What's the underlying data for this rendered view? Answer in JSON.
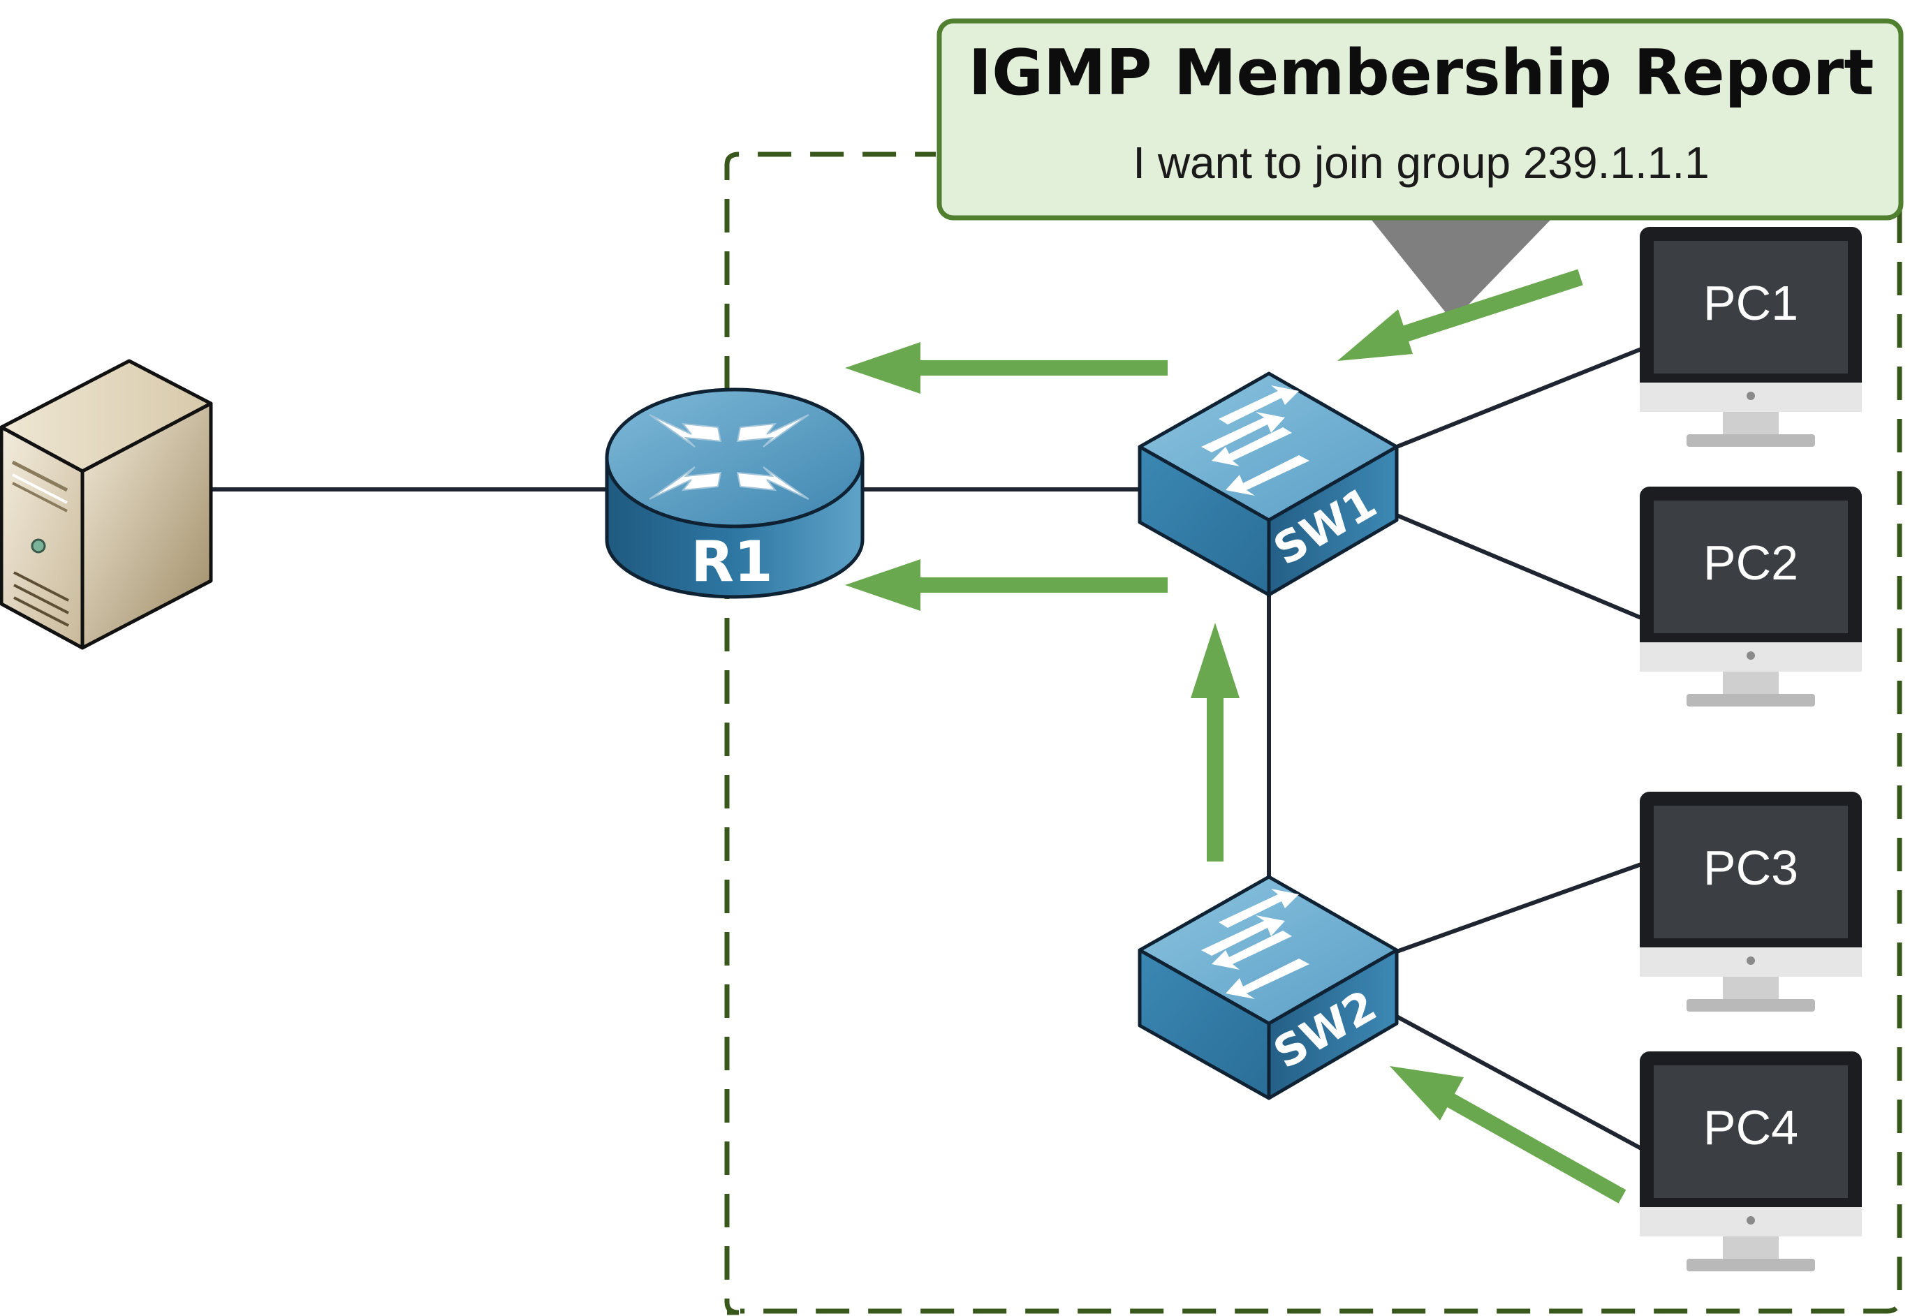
{
  "callout": {
    "title": "IGMP Membership Report",
    "subtitle": "I want to join group 239.1.1.1"
  },
  "devices": {
    "server": {
      "icon": "server-icon"
    },
    "router": {
      "label": "R1",
      "icon": "router-icon"
    },
    "switches": [
      {
        "label": "SW1",
        "icon": "switch-icon"
      },
      {
        "label": "SW2",
        "icon": "switch-icon"
      }
    ],
    "pcs": [
      {
        "label": "PC1",
        "icon": "monitor-icon"
      },
      {
        "label": "PC2",
        "icon": "monitor-icon"
      },
      {
        "label": "PC3",
        "icon": "monitor-icon"
      },
      {
        "label": "PC4",
        "icon": "monitor-icon"
      }
    ]
  },
  "colors": {
    "arrow": "#6aa84f",
    "dashed_border": "#38571a",
    "callout_fill": "#e2efd9",
    "callout_border": "#4f7f2f",
    "link": "#1f2530",
    "device_blue": "#4b93bd"
  }
}
